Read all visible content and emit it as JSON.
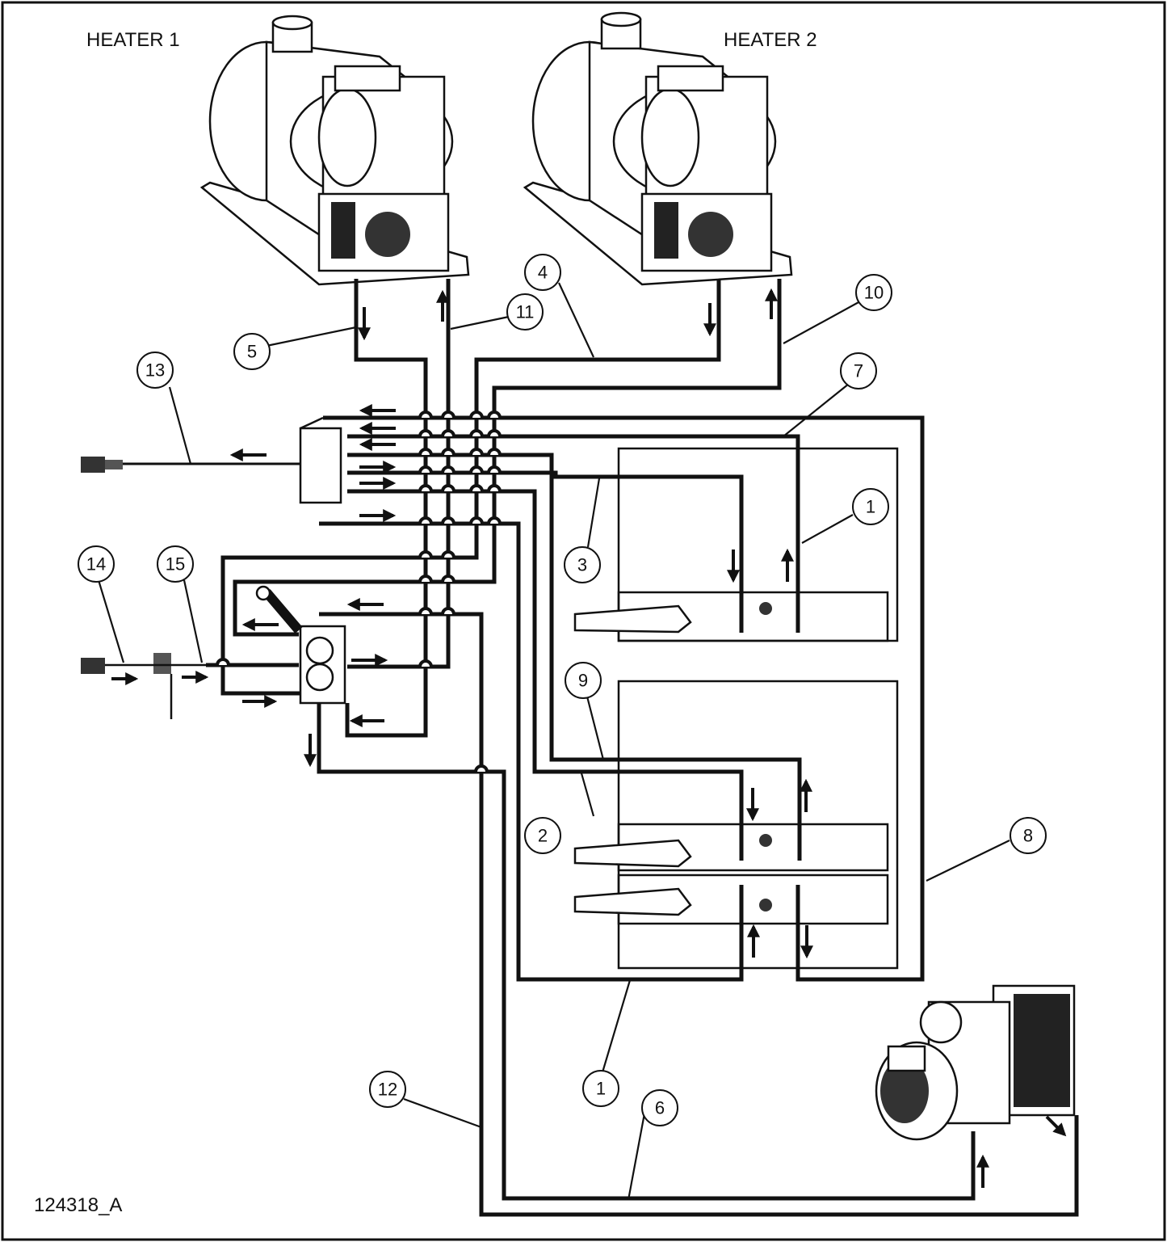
{
  "labels": {
    "heater1": "HEATER 1",
    "heater2": "HEATER 2",
    "drawing_number": "124318_A"
  },
  "callouts": [
    "1",
    "2",
    "3",
    "4",
    "5",
    "6",
    "7",
    "8",
    "9",
    "10",
    "11",
    "12",
    "13",
    "14",
    "15",
    "1"
  ]
}
